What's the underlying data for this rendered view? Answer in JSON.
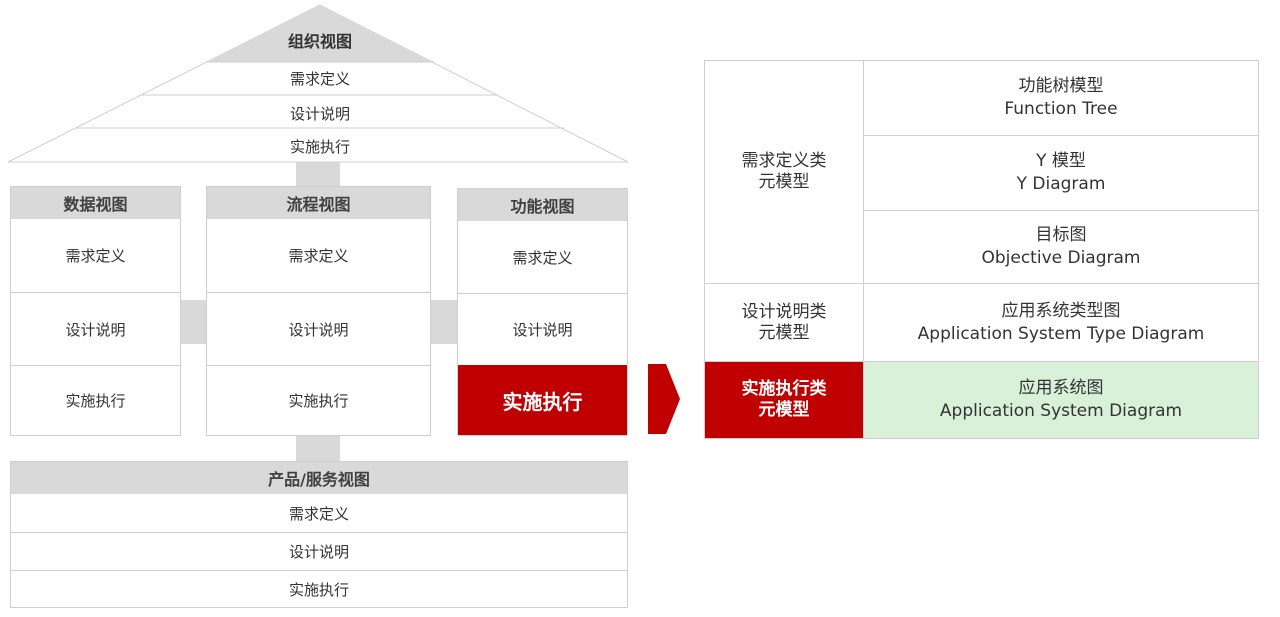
{
  "org_view": {
    "title": "组织视图",
    "rows": [
      "需求定义",
      "设计说明",
      "实施执行"
    ]
  },
  "views": [
    {
      "title": "数据视图",
      "rows": [
        "需求定义",
        "设计说明",
        "实施执行"
      ]
    },
    {
      "title": "流程视图",
      "rows": [
        "需求定义",
        "设计说明",
        "实施执行"
      ]
    },
    {
      "title": "功能视图",
      "rows": [
        "需求定义",
        "设计说明",
        "实施执行"
      ],
      "active_row": 2
    }
  ],
  "product_view": {
    "title": "产品/服务视图",
    "rows": [
      "需求定义",
      "设计说明",
      "实施执行"
    ]
  },
  "meta_models": {
    "categories": [
      {
        "label_line1": "需求定义类",
        "label_line2": "元模型"
      },
      {
        "label_line1": "设计说明类",
        "label_line2": "元模型"
      },
      {
        "label_line1": "实施执行类",
        "label_line2": "元模型",
        "active": true
      }
    ],
    "models": [
      {
        "cn": "功能树模型",
        "en": "Function Tree"
      },
      {
        "cn": "Y 模型",
        "en": "Y Diagram"
      },
      {
        "cn": "目标图",
        "en": "Objective Diagram"
      },
      {
        "cn": "应用系统类型图",
        "en": "Application System Type Diagram"
      },
      {
        "cn": "应用系统图",
        "en": "Application System Diagram",
        "active": true
      }
    ]
  },
  "colors": {
    "accent_red": "#c00000",
    "header_gray": "#d9d9d9",
    "highlight_green": "#d9f0d9",
    "border_gray": "#cfcfcf"
  }
}
